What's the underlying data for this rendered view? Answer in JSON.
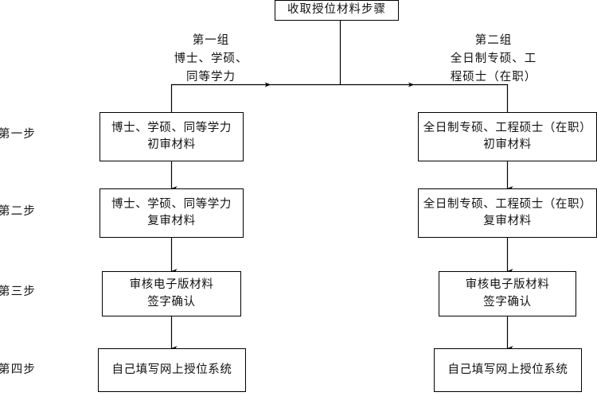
{
  "diagram": {
    "title_node": {
      "label": "收取授位材料步骤"
    },
    "groups": [
      {
        "name": "第一组",
        "line2": "博士、学硕、",
        "line3": "同等学力"
      },
      {
        "name": "第二组",
        "line2": "全日制专硕、工",
        "line3": "程硕士（在职）"
      }
    ],
    "steps": [
      {
        "label": "第一步"
      },
      {
        "label": "第二步"
      },
      {
        "label": "第三步"
      },
      {
        "label": "第四步"
      }
    ],
    "left_column": [
      {
        "line1": "博士、学硕、同等学力",
        "line2": "初审材料"
      },
      {
        "line1": "博士、学硕、同等学力",
        "line2": "复审材料"
      },
      {
        "line1": "审核电子版材料",
        "line2": "签字确认"
      },
      {
        "line1": "自己填写网上授位系统",
        "line2": ""
      }
    ],
    "right_column": [
      {
        "line1": "全日制专硕、工程硕士（在职）",
        "line2": "初审材料"
      },
      {
        "line1": "全日制专硕、工程硕士（在职）",
        "line2": "复审材料"
      },
      {
        "line1": "审核电子版材料",
        "line2": "签字确认"
      },
      {
        "line1": "自己填写网上授位系统",
        "line2": ""
      }
    ],
    "colors": {
      "stroke": "#000000",
      "fill": "#ffffff",
      "text": "#111111"
    }
  }
}
